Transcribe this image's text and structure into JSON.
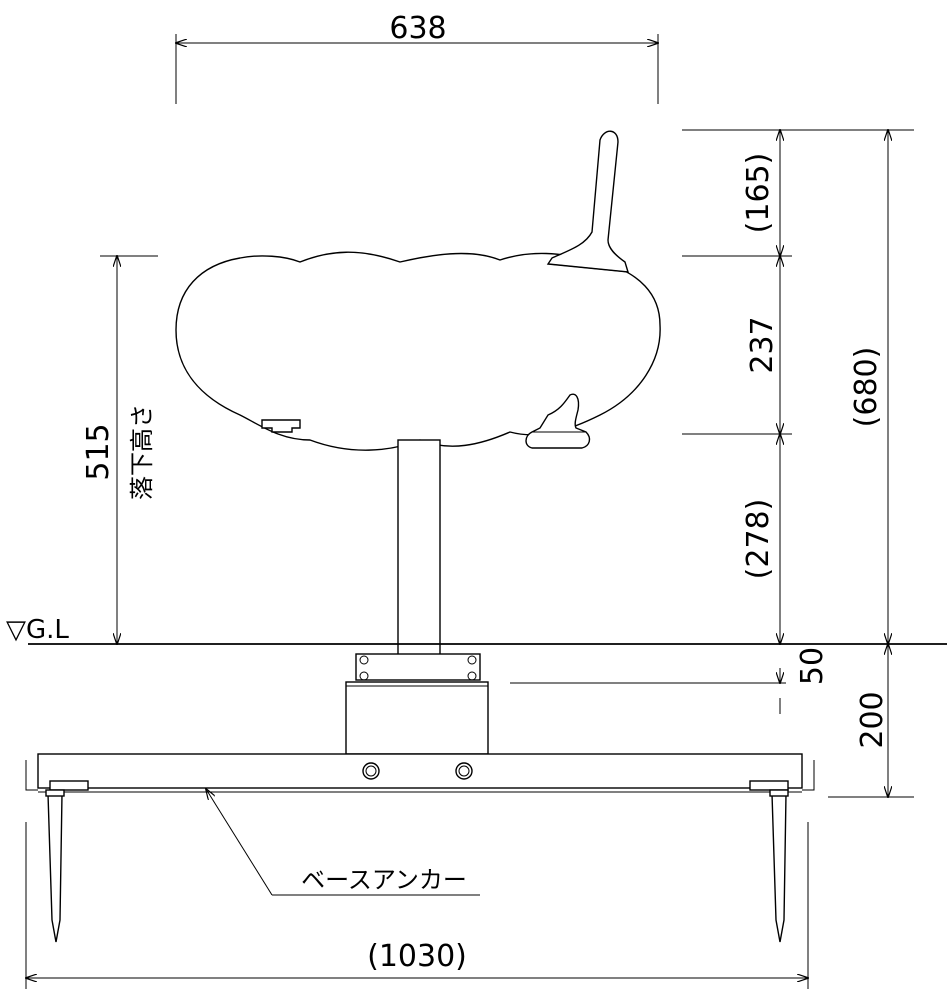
{
  "dimensions": {
    "top_width": "638",
    "handle_height": "(165)",
    "seat_height": "237",
    "lower_height": "(278)",
    "total_height": "(680)",
    "fall_height_value": "515",
    "fall_height_label": "落下高さ",
    "embed_depth": "50",
    "foundation_depth": "200",
    "overall_width": "(1030)"
  },
  "labels": {
    "ground_level": "▽G.L",
    "base_anchor": "ベースアンカー"
  }
}
